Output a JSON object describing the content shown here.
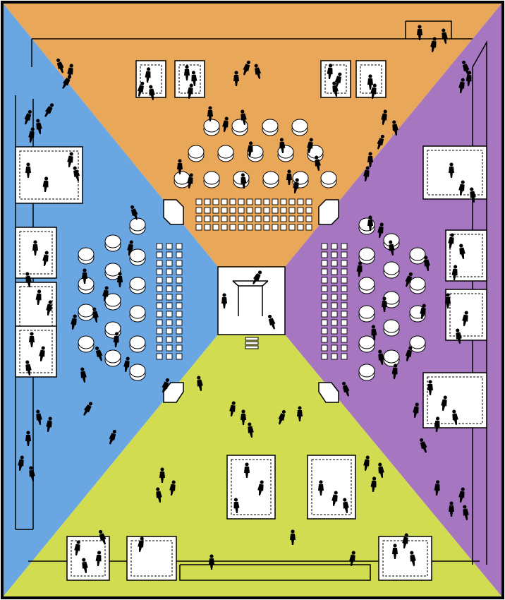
{
  "colors": {
    "north_zone": "#E9A75A",
    "west_zone": "#6AA6E2",
    "east_zone": "#A776C1",
    "south_zone": "#D2DC50",
    "outline": "#000000",
    "furniture": "#ffffff",
    "people": "#000000"
  },
  "zones": [
    {
      "id": "north",
      "color_key": "north_zone"
    },
    {
      "id": "west",
      "color_key": "west_zone"
    },
    {
      "id": "east",
      "color_key": "east_zone"
    },
    {
      "id": "south",
      "color_key": "south_zone"
    }
  ],
  "icons": [
    "person-silhouette-icon",
    "stool-icon",
    "chair-icon",
    "exhibit-booth-icon",
    "central-stage-icon"
  ]
}
